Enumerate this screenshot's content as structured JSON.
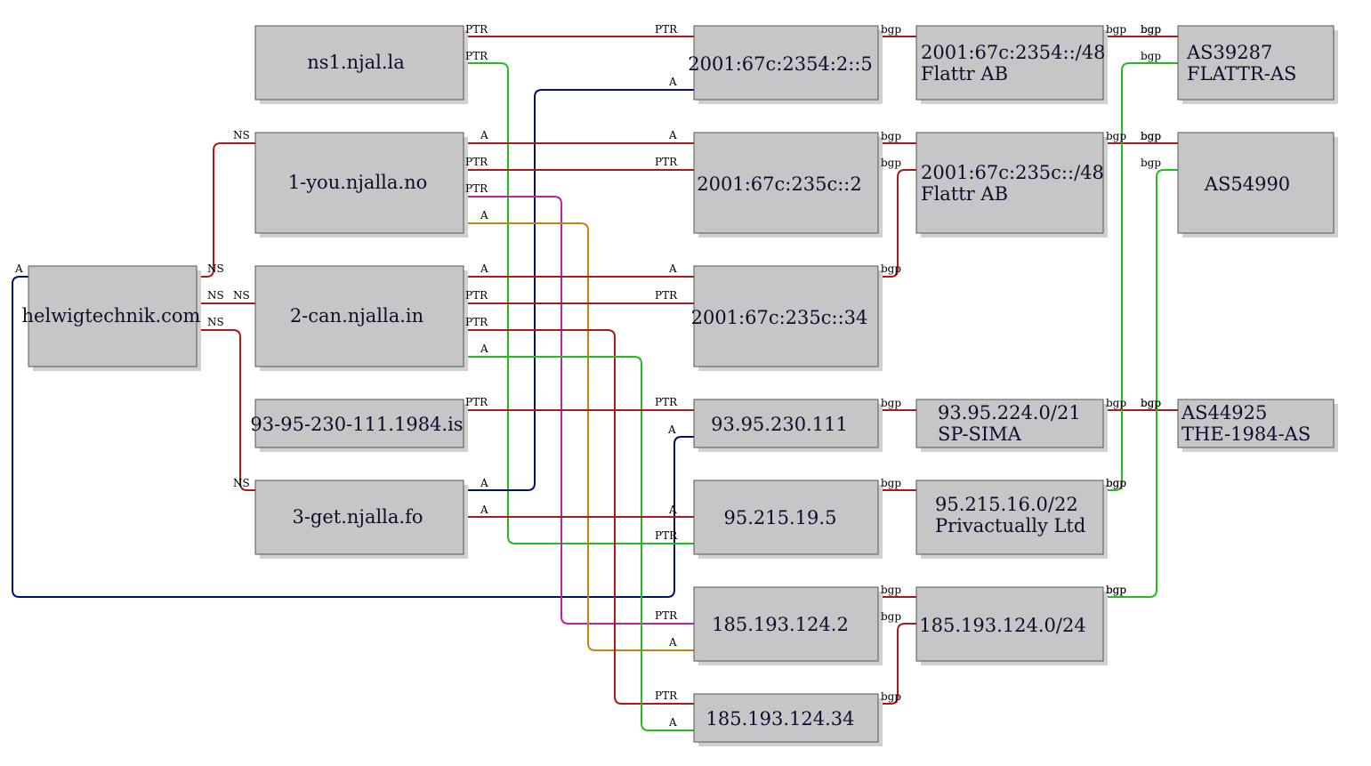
{
  "colors": {
    "red": "#aa1a1a",
    "green": "#22bb22",
    "navy": "#001166",
    "magenta": "#bb22aa",
    "gold": "#bb8811",
    "node_fill": "#c8c5c8",
    "node_border": "#555555",
    "node_shadow": "#d0d0d0"
  },
  "nodes": [
    {
      "id": "helwig",
      "lines": [
        "helwigtechnik.com"
      ]
    },
    {
      "id": "ns1",
      "lines": [
        "ns1.njal.la"
      ]
    },
    {
      "id": "you",
      "lines": [
        "1-you.njalla.no"
      ]
    },
    {
      "id": "can",
      "lines": [
        "2-can.njalla.in"
      ]
    },
    {
      "id": "is1984",
      "lines": [
        "93-95-230-111.1984.is"
      ]
    },
    {
      "id": "get",
      "lines": [
        "3-get.njalla.fo"
      ]
    },
    {
      "id": "v6a",
      "lines": [
        "2001:67c:2354:2::5"
      ]
    },
    {
      "id": "v6b",
      "lines": [
        "2001:67c:235c::2"
      ]
    },
    {
      "id": "v6c",
      "lines": [
        "2001:67c:235c::34"
      ]
    },
    {
      "id": "ip93",
      "lines": [
        "93.95.230.111"
      ]
    },
    {
      "id": "ip95",
      "lines": [
        "95.215.19.5"
      ]
    },
    {
      "id": "ip185a",
      "lines": [
        "185.193.124.2"
      ]
    },
    {
      "id": "ip185b",
      "lines": [
        "185.193.124.34"
      ]
    },
    {
      "id": "pfx2354",
      "lines": [
        "2001:67c:2354::/48",
        "Flattr AB"
      ]
    },
    {
      "id": "pfx235c",
      "lines": [
        "2001:67c:235c::/48",
        "Flattr AB"
      ]
    },
    {
      "id": "pfx93",
      "lines": [
        "93.95.224.0/21",
        "SP-SIMA"
      ]
    },
    {
      "id": "pfx95",
      "lines": [
        "95.215.16.0/22",
        "Privactually Ltd"
      ]
    },
    {
      "id": "pfx185",
      "lines": [
        "185.193.124.0/24"
      ]
    },
    {
      "id": "as39287",
      "lines": [
        "AS39287",
        "FLATTR-AS"
      ]
    },
    {
      "id": "as54990",
      "lines": [
        "AS54990"
      ]
    },
    {
      "id": "as44925",
      "lines": [
        "AS44925",
        "THE-1984-AS"
      ]
    }
  ],
  "edges": [
    {
      "from": "helwig",
      "to": "you",
      "type": "NS",
      "color": "red"
    },
    {
      "from": "helwig",
      "to": "can",
      "type": "NS",
      "color": "red"
    },
    {
      "from": "helwig",
      "to": "get",
      "type": "NS",
      "color": "red"
    },
    {
      "from": "helwig",
      "to": "ip185b",
      "type": "A",
      "color": "navy"
    },
    {
      "from": "ns1",
      "to": "v6a",
      "type": "PTR",
      "color": "red"
    },
    {
      "from": "ns1",
      "to": "ip95",
      "type": "PTR",
      "color": "green"
    },
    {
      "from": "get",
      "to": "v6a",
      "type": "A",
      "color": "navy"
    },
    {
      "from": "you",
      "to": "v6b",
      "type": "A",
      "color": "red"
    },
    {
      "from": "you",
      "to": "v6b",
      "type": "PTR",
      "color": "red"
    },
    {
      "from": "you",
      "to": "ip185a",
      "type": "PTR",
      "color": "magenta"
    },
    {
      "from": "you",
      "to": "ip185a",
      "type": "A",
      "color": "gold"
    },
    {
      "from": "can",
      "to": "v6c",
      "type": "A",
      "color": "red"
    },
    {
      "from": "can",
      "to": "v6c",
      "type": "PTR",
      "color": "red"
    },
    {
      "from": "can",
      "to": "ip185b",
      "type": "PTR",
      "color": "red"
    },
    {
      "from": "can",
      "to": "ip185b",
      "type": "A",
      "color": "green"
    },
    {
      "from": "is1984",
      "to": "ip93",
      "type": "PTR",
      "color": "red"
    },
    {
      "from": "get",
      "to": "ip95",
      "type": "A",
      "color": "red"
    },
    {
      "from": "v6a",
      "to": "pfx2354",
      "type": "bgp",
      "color": "red"
    },
    {
      "from": "v6b",
      "to": "pfx235c",
      "type": "bgp",
      "color": "red"
    },
    {
      "from": "v6c",
      "to": "pfx235c",
      "type": "bgp",
      "color": "red"
    },
    {
      "from": "ip93",
      "to": "pfx93",
      "type": "bgp",
      "color": "red"
    },
    {
      "from": "ip95",
      "to": "pfx95",
      "type": "bgp",
      "color": "red"
    },
    {
      "from": "ip185a",
      "to": "pfx185",
      "type": "bgp",
      "color": "red"
    },
    {
      "from": "ip185b",
      "to": "pfx185",
      "type": "bgp",
      "color": "red"
    },
    {
      "from": "pfx2354",
      "to": "as39287",
      "type": "bgp",
      "color": "red"
    },
    {
      "from": "pfx235c",
      "to": "as54990",
      "type": "bgp",
      "color": "red"
    },
    {
      "from": "pfx93",
      "to": "as44925",
      "type": "bgp",
      "color": "red"
    },
    {
      "from": "pfx95",
      "to": "as39287",
      "type": "bgp",
      "color": "green"
    },
    {
      "from": "pfx185",
      "to": "as54990",
      "type": "bgp",
      "color": "green"
    }
  ]
}
